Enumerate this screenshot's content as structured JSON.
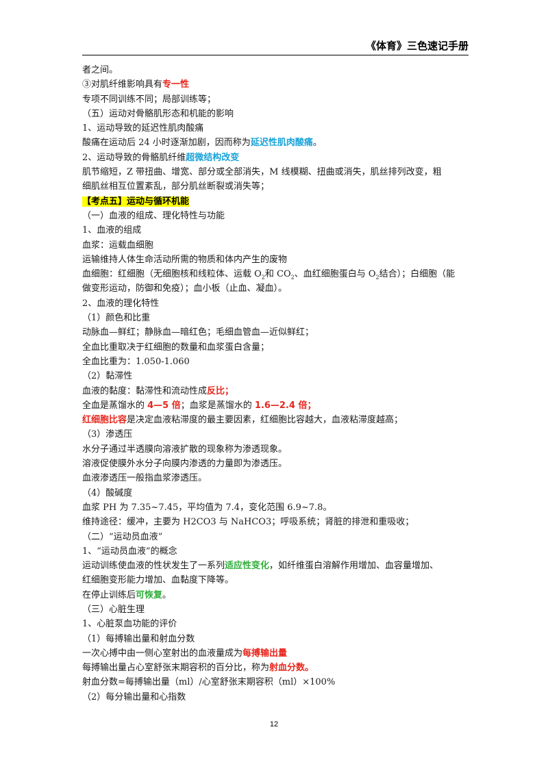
{
  "header": {
    "title": "《体育》三色速记手册"
  },
  "lines": [
    {
      "key": "l1",
      "segs": [
        {
          "t": "者之间。"
        }
      ]
    },
    {
      "key": "l2",
      "segs": [
        {
          "t": "③对肌纤维影响具有"
        },
        {
          "t": "专一性",
          "c": "red"
        }
      ]
    },
    {
      "key": "l3",
      "segs": [
        {
          "t": "专项不同训练不同；局部训练等；"
        }
      ]
    },
    {
      "key": "l4",
      "segs": [
        {
          "t": "（五）运动对骨骼肌形态和机能的影响"
        }
      ]
    },
    {
      "key": "l5",
      "segs": [
        {
          "t": "1、运动导致的延迟性肌肉酸痛"
        }
      ]
    },
    {
      "key": "l6",
      "segs": [
        {
          "t": "酸痛在运动后 24 小时逐渐加剧，因而称为"
        },
        {
          "t": "延迟性肌肉酸痛",
          "c": "blue"
        },
        {
          "t": "。"
        }
      ]
    },
    {
      "key": "l7",
      "segs": [
        {
          "t": "2、运动导致的骨骼肌纤维"
        },
        {
          "t": "超微结构改变",
          "c": "blue"
        }
      ]
    },
    {
      "key": "l8",
      "segs": [
        {
          "t": "肌节缩短，Z 带扭曲、增宽、部分或全部消失，M 线模糊、扭曲或消失，肌丝排列改变，粗"
        }
      ]
    },
    {
      "key": "l9",
      "segs": [
        {
          "t": "细肌丝相互位置紊乱，部分肌丝断裂或消失等；"
        }
      ]
    },
    {
      "key": "l10",
      "segs": [
        {
          "t": "【考点五】运动与循环机能",
          "c": "highlight"
        }
      ]
    },
    {
      "key": "l11",
      "segs": [
        {
          "t": "（一）血液的组成、理化特性与功能"
        }
      ]
    },
    {
      "key": "l12",
      "segs": [
        {
          "t": "1、血液的组成"
        }
      ]
    },
    {
      "key": "l13",
      "segs": [
        {
          "t": "血浆：运载血细胞"
        }
      ]
    },
    {
      "key": "l14",
      "segs": [
        {
          "t": "运输维持人体生命活动所需的物质和体内产生的废物"
        }
      ]
    },
    {
      "key": "l15",
      "segs": [
        {
          "t": "血细胞：红细胞（无细胞核和线粒体、运载 O"
        },
        {
          "t": "2",
          "c": "sub"
        },
        {
          "t": "和 CO"
        },
        {
          "t": "2",
          "c": "sub"
        },
        {
          "t": "、血红细胞蛋白与 O"
        },
        {
          "t": "2",
          "c": "sub"
        },
        {
          "t": "结合）；白细胞（能"
        }
      ]
    },
    {
      "key": "l16",
      "segs": [
        {
          "t": "做变形运动，防御和免疫）；血小板（止血、凝血）。"
        }
      ]
    },
    {
      "key": "l17",
      "segs": [
        {
          "t": "2、血液的理化特性"
        }
      ]
    },
    {
      "key": "l18",
      "segs": [
        {
          "t": "（1）颜色和比重"
        }
      ]
    },
    {
      "key": "l19",
      "segs": [
        {
          "t": "动脉血—鲜红；静脉血—暗红色；毛细血管血—近似鲜红；"
        }
      ]
    },
    {
      "key": "l20",
      "segs": [
        {
          "t": "全血比重取决于红细胞的数量和血浆蛋白含量；"
        }
      ]
    },
    {
      "key": "l21",
      "segs": [
        {
          "t": "全血比重为：1.050-1.060"
        }
      ]
    },
    {
      "key": "l22",
      "segs": [
        {
          "t": "（2）黏滞性"
        }
      ]
    },
    {
      "key": "l23",
      "segs": [
        {
          "t": "血液的黏度：黏滞性和流动性成"
        },
        {
          "t": "反比；",
          "c": "red"
        }
      ]
    },
    {
      "key": "l24",
      "segs": [
        {
          "t": "全血是蒸馏水的 "
        },
        {
          "t": "4—5 倍",
          "c": "red"
        },
        {
          "t": "；血浆是蒸馏水的 "
        },
        {
          "t": "1.6—2.4 倍；",
          "c": "red"
        }
      ]
    },
    {
      "key": "l25",
      "segs": [
        {
          "t": "红细胞比容",
          "c": "red"
        },
        {
          "t": "是决定血液粘滞度的最主要因素，红细胞比容越大，血液粘滞度越高；"
        }
      ]
    },
    {
      "key": "l26",
      "segs": [
        {
          "t": "（3）渗透压"
        }
      ]
    },
    {
      "key": "l27",
      "segs": [
        {
          "t": "水分子通过半透膜向溶液扩散的现象称为渗透现象。"
        }
      ]
    },
    {
      "key": "l28",
      "segs": [
        {
          "t": "溶液促使膜外水分子向膜内渗透的力量即为渗透压。"
        }
      ]
    },
    {
      "key": "l29",
      "segs": [
        {
          "t": "血液渗透压一般指血浆渗透压。"
        }
      ]
    },
    {
      "key": "l30",
      "segs": [
        {
          "t": "（4）酸碱度"
        }
      ]
    },
    {
      "key": "l31",
      "segs": [
        {
          "t": "血浆 PH 为 7.35~7.45，平均值为 7.4，变化范围 6.9~7.8。"
        }
      ]
    },
    {
      "key": "l32",
      "segs": [
        {
          "t": "维持途径：缓冲，主要为 H2CO3 与 NaHCO3；呼吸系统；肾脏的排泄和重吸收；"
        }
      ]
    },
    {
      "key": "l33",
      "segs": [
        {
          "t": "（二）“运动员血液”"
        }
      ]
    },
    {
      "key": "l34",
      "segs": [
        {
          "t": "1、“运动员血液”的概念"
        }
      ]
    },
    {
      "key": "l35",
      "segs": [
        {
          "t": "运动训练使血液的性状发生了一系列"
        },
        {
          "t": "适应性变化",
          "c": "green"
        },
        {
          "t": "，如纤维蛋白溶解作用增加、血容量增加、"
        }
      ]
    },
    {
      "key": "l36",
      "segs": [
        {
          "t": "红细胞变形能力增加、血黏度下降等。"
        }
      ]
    },
    {
      "key": "l37",
      "segs": [
        {
          "t": "在停止训练后"
        },
        {
          "t": "可恢复",
          "c": "green"
        },
        {
          "t": "。"
        }
      ]
    },
    {
      "key": "l38",
      "segs": [
        {
          "t": "（三）心脏生理"
        }
      ]
    },
    {
      "key": "l39",
      "segs": [
        {
          "t": "1、心脏泵血功能的评价"
        }
      ]
    },
    {
      "key": "l40",
      "segs": [
        {
          "t": "（1）每搏输出量和射血分数"
        }
      ]
    },
    {
      "key": "l41",
      "segs": [
        {
          "t": "一次心搏中由一侧心室射出的血液量成为"
        },
        {
          "t": "每搏输出量",
          "c": "red"
        }
      ]
    },
    {
      "key": "l42",
      "segs": [
        {
          "t": "每搏输出量占心室舒张末期容积的百分比，称为"
        },
        {
          "t": "射血分数。",
          "c": "red"
        }
      ]
    },
    {
      "key": "l43",
      "segs": [
        {
          "t": "射血分数=每搏输出量（ml）/心室舒张末期容积（ml）×100%"
        }
      ]
    },
    {
      "key": "l44",
      "segs": [
        {
          "t": "（2）每分输出量和心指数"
        }
      ]
    }
  ],
  "footer": {
    "page_number": "12"
  }
}
